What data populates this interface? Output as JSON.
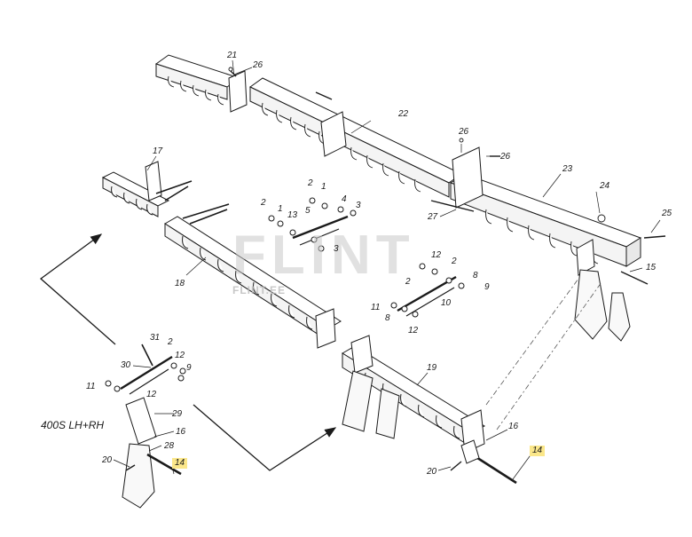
{
  "diagram": {
    "title": "400S LH+RH",
    "watermark": {
      "logo": "FLINT",
      "site": "FLINT.EE"
    },
    "highlight_color": "#fbe78a",
    "ink_color": "#1a1a1a",
    "callouts": {
      "c21": "21",
      "c26a": "26",
      "c22": "22",
      "c26b": "26",
      "c26c": "26",
      "c23": "23",
      "c24": "24",
      "c25": "25",
      "c27": "27",
      "c15": "15",
      "c17": "17",
      "c18": "18",
      "c2a": "2",
      "c1a": "1",
      "c13": "13",
      "c5": "5",
      "c2b": "2",
      "c1b": "1",
      "c4": "4",
      "c3a": "3",
      "c3b": "3",
      "c12a": "12",
      "c2c": "2",
      "c8a": "8",
      "c9a": "9",
      "c2d": "2",
      "c11a": "11",
      "c8b": "8",
      "c10": "10",
      "c12b": "12",
      "c19": "19",
      "c16a": "16",
      "c20a": "20",
      "c14a": "14",
      "c31": "31",
      "c2e": "2",
      "c30": "30",
      "c12c": "12",
      "c9b": "9",
      "c11b": "11",
      "c12d": "12",
      "c29": "29",
      "c16b": "16",
      "c28": "28",
      "c20b": "20",
      "c14b": "14"
    }
  }
}
